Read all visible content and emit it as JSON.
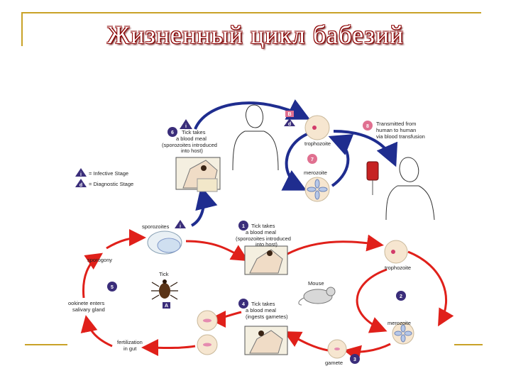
{
  "title": "Жизненный цикл бабезий",
  "colors": {
    "blue_arrow": "#1f2d8f",
    "red_arrow": "#e0201a",
    "frame": "#c9a227",
    "title_outline": "#8b0000",
    "badge_purple": "#3a2d7a",
    "badge_pink": "#e07090"
  },
  "legend": {
    "infective_badge": "i",
    "infective": "= Infective Stage",
    "diagnostic_badge": "d",
    "diagnostic": "= Diagnostic Stage"
  },
  "human": {
    "step6_num": "6",
    "step6_badge": "i",
    "step6_line1": "Tick takes",
    "step6_line2": "a blood meal",
    "step6_line3": "(sporozoites introduced",
    "step6_line4": "into host)",
    "b_badge": "B",
    "d_badge": "d",
    "trophozoite": "trophozoite",
    "step7_num": "7",
    "merozoite": "merozoite",
    "step8_num": "8",
    "step8_line1": "Transmitted from",
    "step8_line2": "human to human",
    "step8_line3": "via blood transfusion"
  },
  "tick_cycle": {
    "sporozoites": "sporozoites",
    "sporozoites_badge": "i",
    "sporogony": "sporogony",
    "step1_num": "1",
    "step1_line1": "Tick takes",
    "step1_line2": "a blood meal",
    "step1_line3": "(sporozoites introduced",
    "step1_line4": "into host)",
    "trophozoite": "trophozoite",
    "tick_label": "Tick",
    "tick_badge": "A",
    "step5_num": "5",
    "mouse": "Mouse",
    "step2_num": "2",
    "ookinete_line1": "ookinete enters",
    "ookinete_line2": "salivary gland",
    "step4_num": "4",
    "step4_line1": "Tick takes",
    "step4_line2": "a blood meal",
    "step4_line3": "(ingests gametes)",
    "merozoite": "merozoite",
    "fertilization_line1": "fertilization",
    "fertilization_line2": "in gut",
    "gamete": "gamete",
    "step3_num": "3"
  }
}
